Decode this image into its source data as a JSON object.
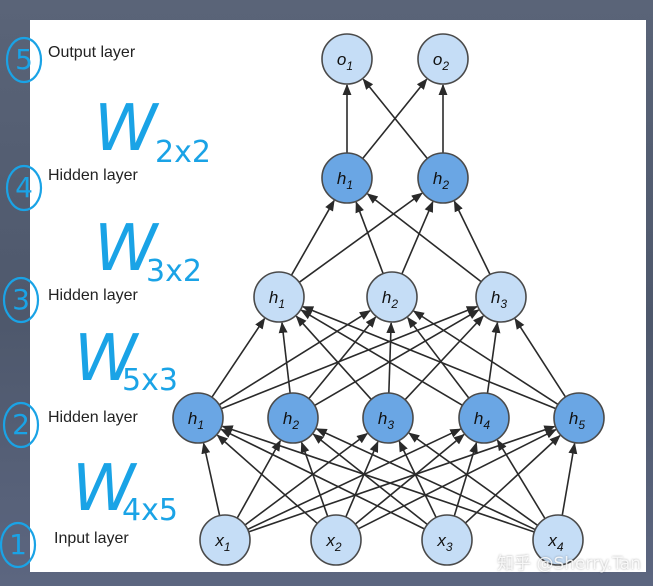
{
  "layer_labels": {
    "output": "Output layer",
    "hidden_top": "Hidden layer",
    "hidden_mid": "Hidden layer",
    "hidden_low": "Hidden layer",
    "input": "Input layer"
  },
  "nodes": {
    "output": [
      {
        "base": "o",
        "sub": "1"
      },
      {
        "base": "o",
        "sub": "2"
      }
    ],
    "hidden_top": [
      {
        "base": "h",
        "sub": "1"
      },
      {
        "base": "h",
        "sub": "2"
      }
    ],
    "hidden_mid": [
      {
        "base": "h",
        "sub": "1"
      },
      {
        "base": "h",
        "sub": "2"
      },
      {
        "base": "h",
        "sub": "3"
      }
    ],
    "hidden_low": [
      {
        "base": "h",
        "sub": "1"
      },
      {
        "base": "h",
        "sub": "2"
      },
      {
        "base": "h",
        "sub": "3"
      },
      {
        "base": "h",
        "sub": "4"
      },
      {
        "base": "h",
        "sub": "5"
      }
    ],
    "input": [
      {
        "base": "x",
        "sub": "1"
      },
      {
        "base": "x",
        "sub": "2"
      },
      {
        "base": "x",
        "sub": "3"
      },
      {
        "base": "x",
        "sub": "4"
      }
    ]
  },
  "annotations": {
    "layer_numbers": [
      "5",
      "4",
      "3",
      "2",
      "1"
    ],
    "weights": [
      {
        "w": "W",
        "dims": "2x2"
      },
      {
        "w": "W",
        "dims": "3x2"
      },
      {
        "w": "W",
        "dims": "5x3"
      },
      {
        "w": "W",
        "dims": "4x5"
      }
    ]
  },
  "watermark": "知乎 @Sherry.Tan",
  "colors": {
    "node_dark_fill": "#6aa6e4",
    "node_light_fill": "#c5ddf6",
    "node_stroke": "#4a4a4a",
    "edge": "#2a2a2a",
    "handwriting": "#1aa3e6",
    "slide_bg": "#ffffff"
  }
}
